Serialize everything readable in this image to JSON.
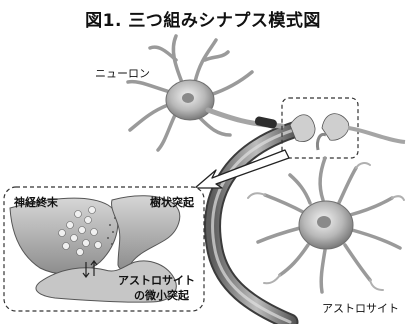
{
  "title": "図1. 三つ組みシナプス模式図",
  "labels": {
    "neuron": "ニューロン",
    "axon_terminal": "神経終末",
    "dendritic_spine": "樹状突起",
    "astro_process_line1": "アストロサイト",
    "astro_process_line2": "の微小突起",
    "astrocyte": "アストロサイト"
  }
}
